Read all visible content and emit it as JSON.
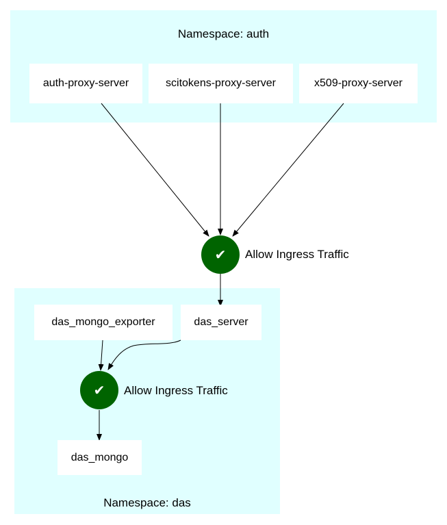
{
  "namespaces": {
    "auth": {
      "label": "Namespace: auth"
    },
    "das": {
      "label": "Namespace: das"
    }
  },
  "nodes": {
    "auth_proxy_server": "auth-proxy-server",
    "scitokens_proxy_server": "scitokens-proxy-server",
    "x509_proxy_server": "x509-proxy-server",
    "das_mongo_exporter": "das_mongo_exporter",
    "das_server": "das_server",
    "das_mongo": "das_mongo"
  },
  "policies": {
    "ingress_1": {
      "label": "Allow Ingress Traffic",
      "icon": "✔",
      "icon_name": "check-icon"
    },
    "ingress_2": {
      "label": "Allow Ingress Traffic",
      "icon": "✔",
      "icon_name": "check-icon"
    }
  },
  "colors": {
    "cluster_fill": "#e0ffff",
    "policy_fill": "#006400",
    "node_fill": "#ffffff",
    "edge": "#000000"
  }
}
